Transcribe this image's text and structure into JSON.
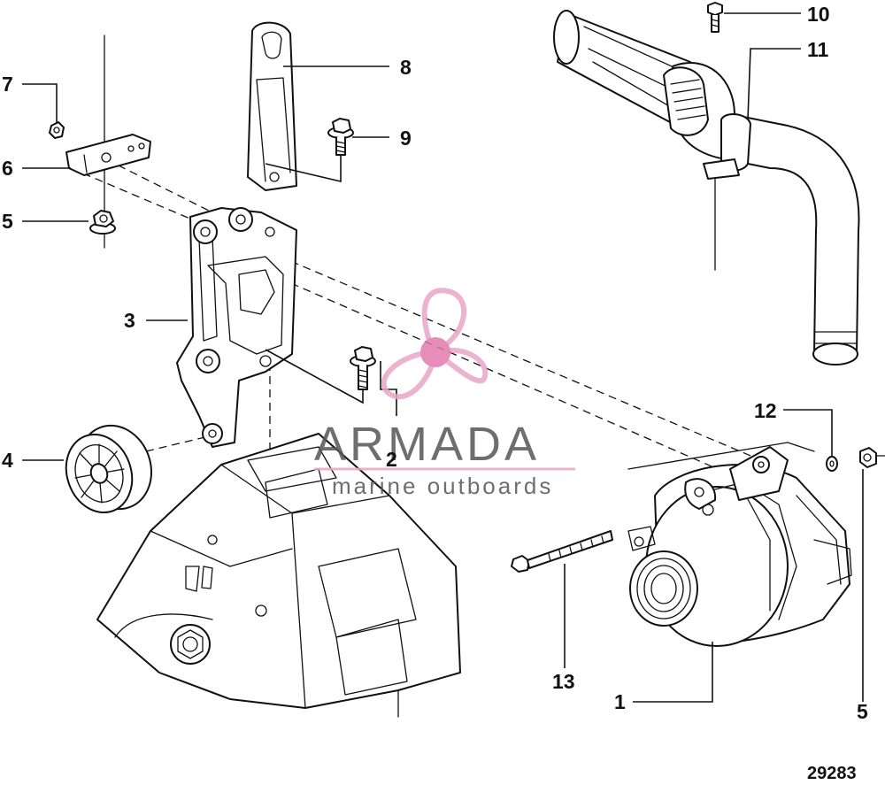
{
  "callouts": [
    {
      "id": "c1",
      "label": "1"
    },
    {
      "id": "c2",
      "label": "2"
    },
    {
      "id": "c3",
      "label": "3"
    },
    {
      "id": "c4",
      "label": "4"
    },
    {
      "id": "c5a",
      "label": "5"
    },
    {
      "id": "c5b",
      "label": "5"
    },
    {
      "id": "c6",
      "label": "6"
    },
    {
      "id": "c7",
      "label": "7"
    },
    {
      "id": "c8",
      "label": "8"
    },
    {
      "id": "c9",
      "label": "9"
    },
    {
      "id": "c10",
      "label": "10"
    },
    {
      "id": "c11",
      "label": "11"
    },
    {
      "id": "c12",
      "label": "12"
    },
    {
      "id": "c13",
      "label": "13"
    }
  ],
  "watermark": {
    "brand": "ARMADA",
    "tagline": "marine outboards",
    "colors": {
      "logo": "#e8a6c7",
      "logo_center": "#e27aae",
      "text": "#555555"
    }
  },
  "reference_number": "29283"
}
